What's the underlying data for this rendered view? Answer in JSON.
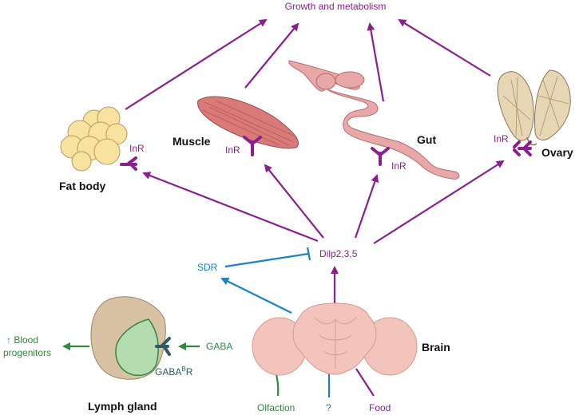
{
  "colors": {
    "purple": "#8b1f8f",
    "blue": "#1a82c4",
    "green": "#2e8b3e",
    "teal": "#2a5c66",
    "organ_pink": "#f2c4bc",
    "gut_pink": "#e8a8a8",
    "fat_yellow": "#f8e2a0",
    "ovary_tan": "#e6d6b4",
    "lymph_tan": "#d9c2a4",
    "lymph_green": "#b4dcb0"
  },
  "labels": {
    "growth": "Growth and metabolism",
    "fat_body": "Fat body",
    "muscle": "Muscle",
    "gut": "Gut",
    "ovary": "Ovary",
    "inr_fat": "InR",
    "inr_muscle": "InR",
    "inr_gut": "InR",
    "inr_ovary": "InR",
    "dilp": "Dilp2,3,5",
    "sdr": "SDR",
    "brain": "Brain",
    "gaba": "GABA",
    "gaba_b_r_main": "GABA",
    "gaba_b_r_sup": "B",
    "gaba_b_r_end": "R",
    "blood_line1": "↑ Blood",
    "blood_line2": "progenitors",
    "lymph_gland": "Lymph gland",
    "olfaction": "Olfaction",
    "unknown": "?",
    "food": "Food"
  },
  "icons": [
    "fat-body-cells",
    "muscle-tissue",
    "gut-tube",
    "ovary-pair",
    "brain",
    "lymph-gland",
    "insulin-receptor",
    "gaba-b-receptor"
  ]
}
